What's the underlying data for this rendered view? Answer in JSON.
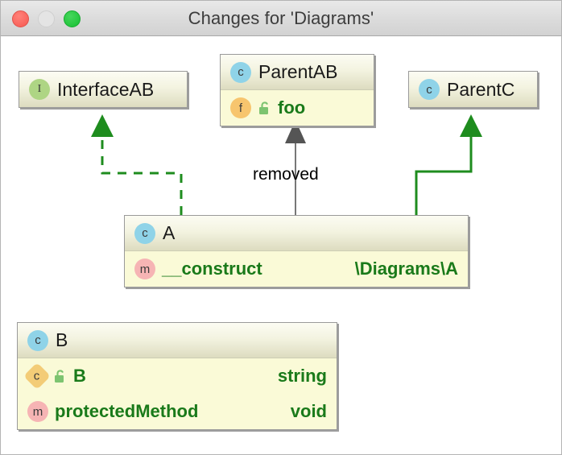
{
  "window": {
    "title": "Changes for 'Diagrams'",
    "controls": [
      {
        "name": "close",
        "color": "#f75850"
      },
      {
        "name": "minimize",
        "color": "#e4e4e4"
      },
      {
        "name": "zoom",
        "color": "#17c032"
      }
    ]
  },
  "colors": {
    "node_body": "#fafad7",
    "node_border": "#9a9a9a",
    "member_text": "#1a7a1a",
    "inheritance_green": "#1e8c1e",
    "inheritance_gray": "#555555",
    "badge_class": "#8fd3e8",
    "badge_interface": "#aed584",
    "badge_field": "#f7c56e",
    "badge_method": "#f6b4b4",
    "badge_const": "#f3cc77",
    "lock_green": "#7dc470"
  },
  "diagram": {
    "nodes": [
      {
        "id": "interfaceAB",
        "title": "InterfaceAB",
        "icon": "interface-icon",
        "icon_letter": "I",
        "members": []
      },
      {
        "id": "parentAB",
        "title": "ParentAB",
        "icon": "class-icon",
        "icon_letter": "c",
        "members": [
          {
            "icon": "field-icon",
            "icon_letter": "f",
            "visibility": "protected-lock-icon",
            "name": "foo",
            "type": ""
          }
        ]
      },
      {
        "id": "parentC",
        "title": "ParentC",
        "icon": "class-icon",
        "icon_letter": "c",
        "members": []
      },
      {
        "id": "classA",
        "title": "A",
        "icon": "class-icon",
        "icon_letter": "c",
        "members": [
          {
            "icon": "method-icon",
            "icon_letter": "m",
            "visibility": "",
            "name": "__construct",
            "type": "\\Diagrams\\A"
          }
        ]
      },
      {
        "id": "classB",
        "title": "B",
        "icon": "class-icon",
        "icon_letter": "c",
        "members": [
          {
            "icon": "constant-icon",
            "icon_letter": "c",
            "visibility": "protected-lock-icon",
            "name": "B",
            "type": "string"
          },
          {
            "icon": "method-icon",
            "icon_letter": "m",
            "visibility": "",
            "name": "protectedMethod",
            "type": "void"
          }
        ]
      }
    ],
    "edges": [
      {
        "id": "a-implements-interfaceAB",
        "from": "classA",
        "to": "interfaceAB",
        "style": "dashed",
        "color": "green",
        "label": ""
      },
      {
        "id": "a-extends-parentAB",
        "from": "classA",
        "to": "parentAB",
        "style": "solid",
        "color": "gray",
        "label": "removed"
      },
      {
        "id": "a-extends-parentC",
        "from": "classA",
        "to": "parentC",
        "style": "solid",
        "color": "green",
        "label": ""
      }
    ]
  }
}
